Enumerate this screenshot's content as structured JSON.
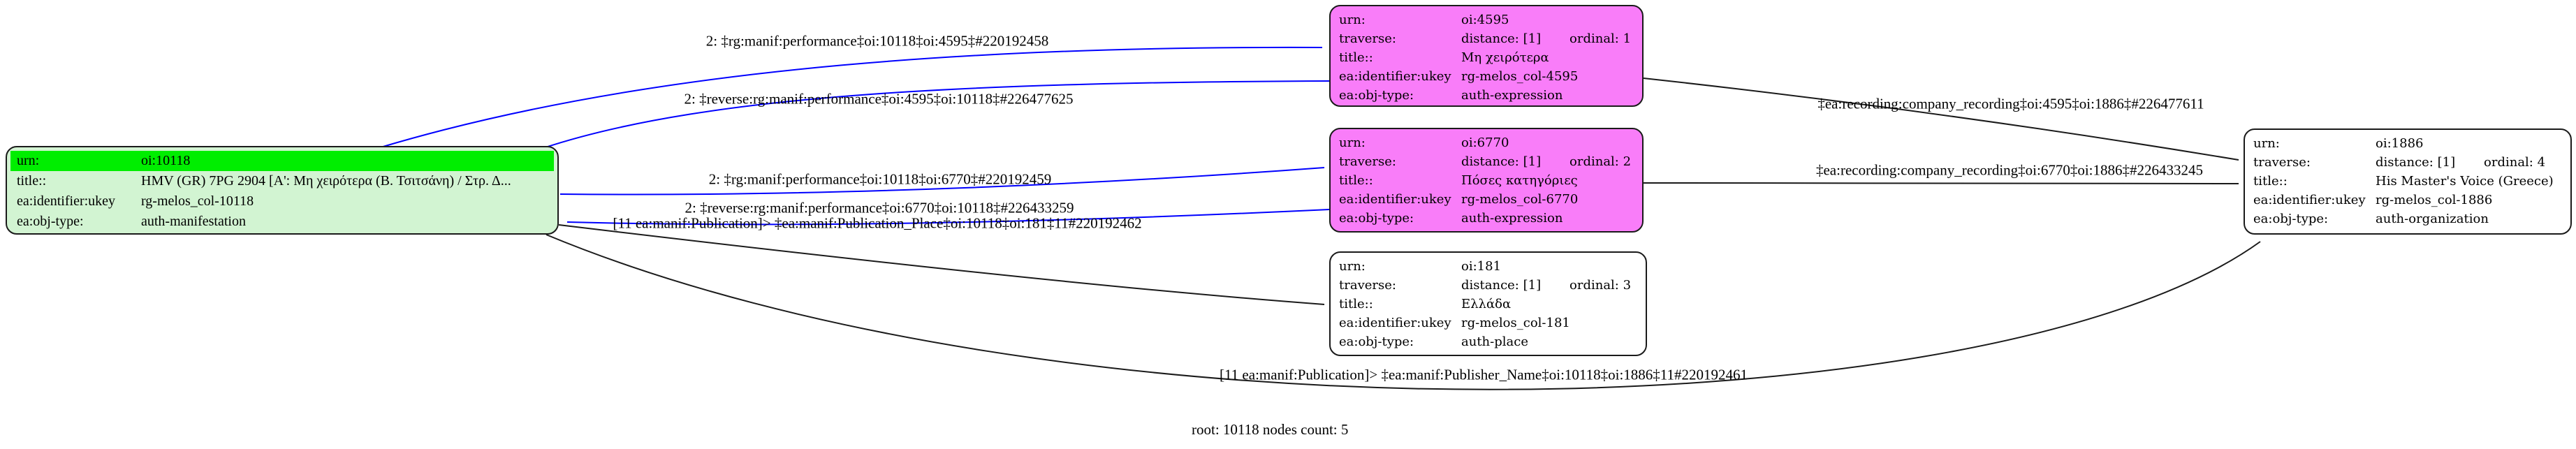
{
  "graph": {
    "caption": "root: 10118 nodes count: 5",
    "colors": {
      "root_fill": "#d2f4d2",
      "root_urn_highlight": "#00ee00",
      "expression_fill": "#f97df9",
      "plain_fill": "#ffffff",
      "edge_blue": "#0000ff",
      "edge_black": "#1a1a1a"
    },
    "nodes": [
      {
        "id": "oi:10118",
        "kind": "root-manifestation",
        "rows": [
          {
            "key": "urn:",
            "value": "oi:10118"
          },
          {
            "key": "title::",
            "value": "HMV (GR) 7PG 2904 [Α': Μη χειρότερα (Β. Τσιτσάνη) / Στρ. Δ..."
          },
          {
            "key": "ea:identifier:ukey",
            "value": "rg-melos_col-10118"
          },
          {
            "key": "ea:obj-type:",
            "value": "auth-manifestation"
          }
        ]
      },
      {
        "id": "oi:4595",
        "kind": "expression",
        "rows": [
          {
            "key": "urn:",
            "value": "oi:4595"
          },
          {
            "key": "traverse:",
            "value": "distance: [1]",
            "value2": "ordinal: 1"
          },
          {
            "key": "title::",
            "value": "Μη χειρότερα"
          },
          {
            "key": "ea:identifier:ukey",
            "value": "rg-melos_col-4595"
          },
          {
            "key": "ea:obj-type:",
            "value": "auth-expression"
          }
        ]
      },
      {
        "id": "oi:6770",
        "kind": "expression",
        "rows": [
          {
            "key": "urn:",
            "value": "oi:6770"
          },
          {
            "key": "traverse:",
            "value": "distance: [1]",
            "value2": "ordinal: 2"
          },
          {
            "key": "title::",
            "value": "Πόσες κατηγόριες"
          },
          {
            "key": "ea:identifier:ukey",
            "value": "rg-melos_col-6770"
          },
          {
            "key": "ea:obj-type:",
            "value": "auth-expression"
          }
        ]
      },
      {
        "id": "oi:181",
        "kind": "place",
        "rows": [
          {
            "key": "urn:",
            "value": "oi:181"
          },
          {
            "key": "traverse:",
            "value": "distance: [1]",
            "value2": "ordinal: 3"
          },
          {
            "key": "title::",
            "value": "Ελλάδα"
          },
          {
            "key": "ea:identifier:ukey",
            "value": "rg-melos_col-181"
          },
          {
            "key": "ea:obj-type:",
            "value": "auth-place"
          }
        ]
      },
      {
        "id": "oi:1886",
        "kind": "organization",
        "rows": [
          {
            "key": "urn:",
            "value": "oi:1886"
          },
          {
            "key": "traverse:",
            "value": "distance: [1]",
            "value2": "ordinal: 4"
          },
          {
            "key": "title::",
            "value": "His Master's Voice (Greece)"
          },
          {
            "key": "ea:identifier:ukey",
            "value": "rg-melos_col-1886"
          },
          {
            "key": "ea:obj-type:",
            "value": "auth-organization"
          }
        ]
      }
    ],
    "edge_labels": [
      {
        "text": "2: ‡rg:manif:performance‡oi:10118‡oi:4595‡#220192458"
      },
      {
        "text": "2: ‡reverse:rg:manif:performance‡oi:4595‡oi:10118‡#226477625"
      },
      {
        "text": "2: ‡rg:manif:performance‡oi:10118‡oi:6770‡#220192459"
      },
      {
        "text": "2: ‡reverse:rg:manif:performance‡oi:6770‡oi:10118‡#226433259"
      },
      {
        "text": "[11 ea:manif:Publication]> ‡ea:manif:Publication_Place‡oi:10118‡oi:181‡11#220192462"
      },
      {
        "text": "‡ea:recording:company_recording‡oi:4595‡oi:1886‡#226477611"
      },
      {
        "text": "‡ea:recording:company_recording‡oi:6770‡oi:1886‡#226433245"
      },
      {
        "text": "[11 ea:manif:Publication]> ‡ea:manif:Publisher_Name‡oi:10118‡oi:1886‡11#220192461"
      }
    ]
  }
}
